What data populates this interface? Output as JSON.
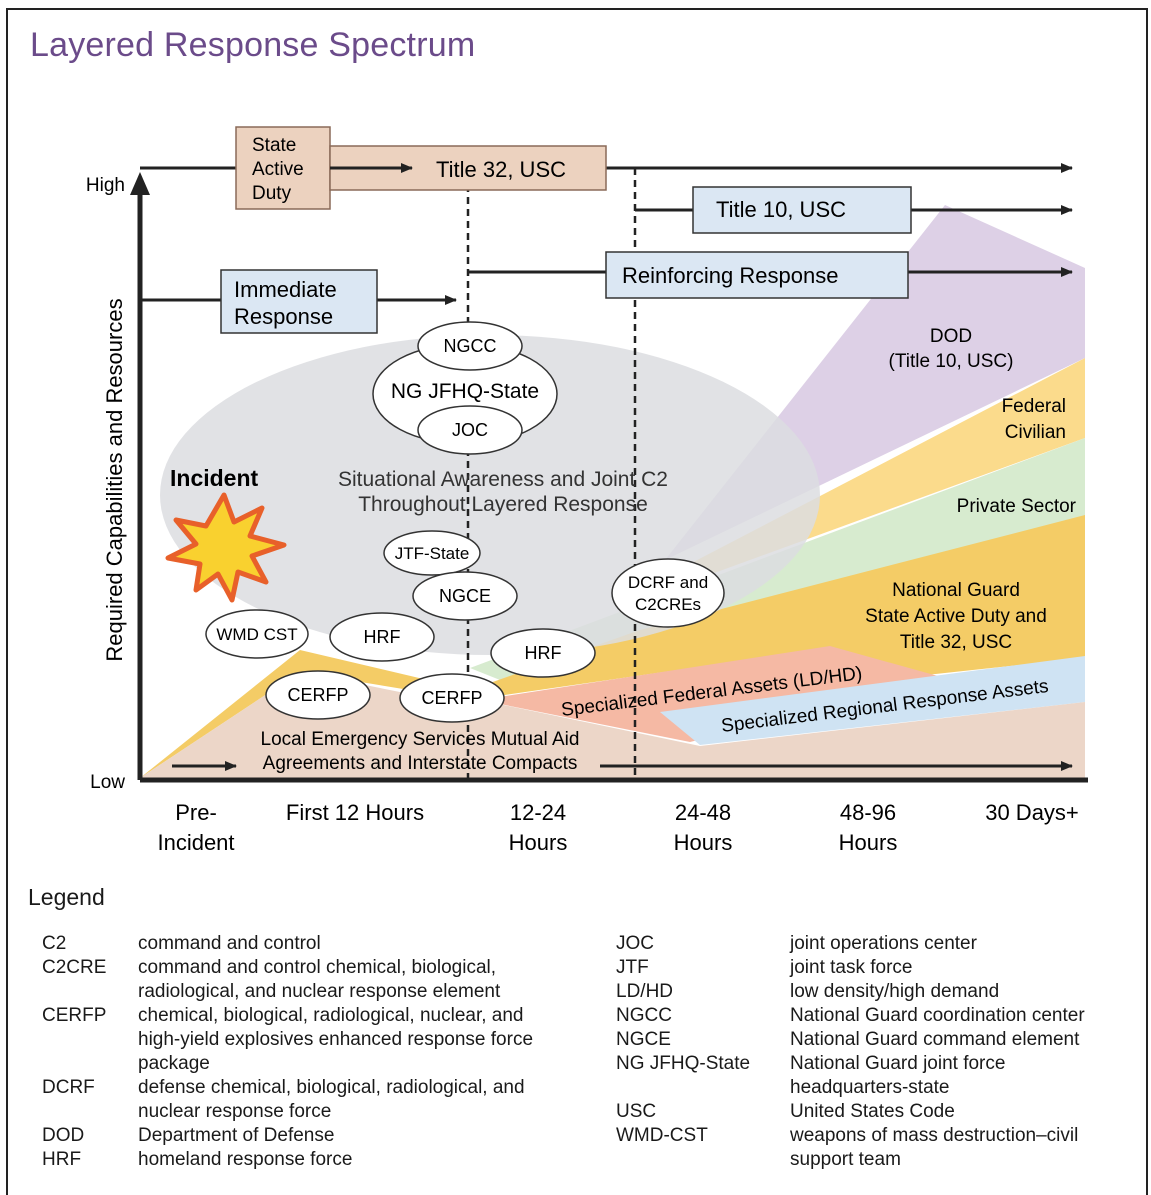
{
  "title": "Layered Response Spectrum",
  "axis": {
    "y_label": "Required Capabilities and Resources",
    "y_high": "High",
    "y_low": "Low",
    "x_labels": [
      "Pre-\nIncident",
      "First 12 Hours",
      "12-24\nHours",
      "24-48\nHours",
      "48-96\nHours",
      "30 Days+"
    ]
  },
  "boxes": {
    "state_active_duty": "State\nActive\nDuty",
    "title32": "Title 32, USC",
    "title10": "Title 10, USC",
    "immediate": "Immediate\nResponse",
    "reinforcing": "Reinforcing Response"
  },
  "ellipses": {
    "ngcc": "NGCC",
    "jfhq": "NG JFHQ-State",
    "joc": "JOC",
    "jtf_state": "JTF-State",
    "ngce": "NGCE",
    "wmd_cst": "WMD CST",
    "hrf1": "HRF",
    "hrf2": "HRF",
    "cerfp1": "CERFP",
    "cerfp2": "CERFP",
    "dcrf": "DCRF and\nC2CREs"
  },
  "labels": {
    "incident": "Incident",
    "situational": "Situational Awareness and Joint C2\nThroughout Layered Response",
    "dod": "DOD\n(Title 10, USC)",
    "federal_civilian": "Federal\nCivilian",
    "private_sector": "Private Sector",
    "national_guard": "National Guard\nState Active Duty and\nTitle 32, USC",
    "specialized_federal": "Specialized Federal Assets (LD/HD)",
    "specialized_regional": "Specialized Regional Response Assets",
    "local_emergency": "Local Emergency Services Mutual Aid\nAgreements and Interstate Compacts"
  },
  "colors": {
    "dod": "#ddd0e6",
    "federal": "#fbdb8c",
    "private": "#d7ebcf",
    "national_guard": "#f4cc66",
    "specialized_federal": "#f5b9a4",
    "specialized_regional": "#cfe3f3",
    "local": "#ecd6c8",
    "box_tan": "#ecd2bf",
    "box_blue": "#dbe7f3",
    "gray_ellipse": "#dcdde0",
    "title": "#6b4b8a"
  },
  "legend": {
    "title": "Legend",
    "left": [
      {
        "abbr": "C2",
        "def": "command and control"
      },
      {
        "abbr": "C2CRE",
        "def": "command and control chemical, biological,\nradiological, and nuclear response element"
      },
      {
        "abbr": "CERFP",
        "def": "chemical, biological, radiological, nuclear, and\nhigh-yield explosives enhanced response force\npackage"
      },
      {
        "abbr": "DCRF",
        "def": "defense chemical, biological, radiological, and\nnuclear response force"
      },
      {
        "abbr": "DOD",
        "def": "Department of Defense"
      },
      {
        "abbr": "HRF",
        "def": "homeland response force"
      }
    ],
    "right": [
      {
        "abbr": "JOC",
        "def": "joint operations center"
      },
      {
        "abbr": "JTF",
        "def": "joint task force"
      },
      {
        "abbr": "LD/HD",
        "def": "low density/high demand"
      },
      {
        "abbr": "NGCC",
        "def": "National Guard coordination center"
      },
      {
        "abbr": "NGCE",
        "def": "National Guard command element"
      },
      {
        "abbr": "NG JFHQ-State",
        "def": "National Guard joint force\nheadquarters-state"
      },
      {
        "abbr": "USC",
        "def": "United States Code"
      },
      {
        "abbr": "WMD-CST",
        "def": "weapons of mass destruction–civil\nsupport team"
      }
    ]
  }
}
